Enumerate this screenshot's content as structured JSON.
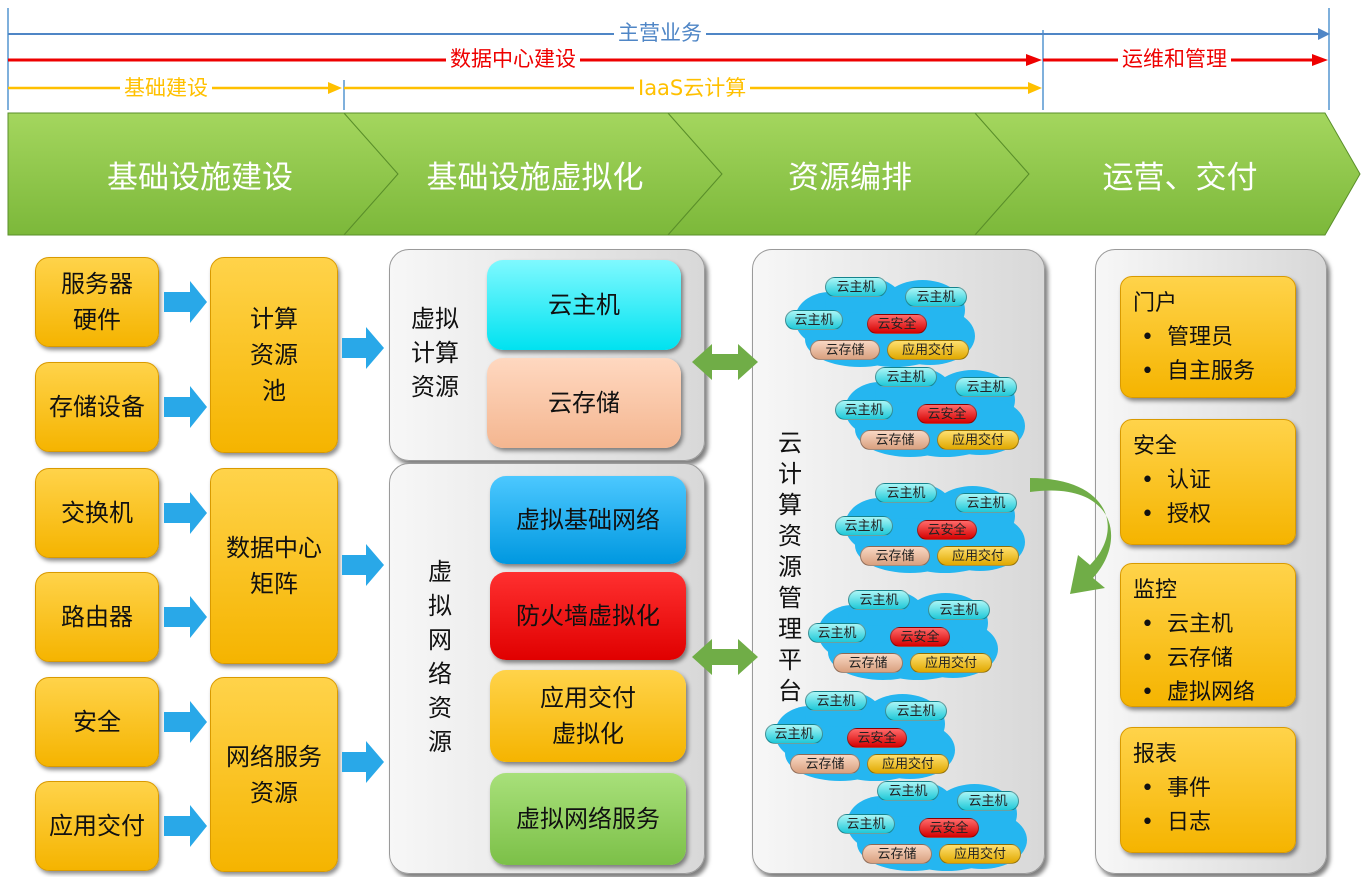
{
  "timeline": {
    "main_business": "主营业务",
    "dc_build": "数据中心建设",
    "ops_mgmt": "运维和管理",
    "infra_build": "基础建设",
    "iaas": "IaaS云计算"
  },
  "stages": [
    "基础设施建设",
    "基础设施虚拟化",
    "资源编排",
    "运营、交付"
  ],
  "infra": {
    "server_hw": "服务器\n硬件",
    "storage_dev": "存储设备",
    "switch": "交换机",
    "router": "路由器",
    "security": "安全",
    "app_delivery": "应用交付",
    "compute_pool": "计算\n资源\n池",
    "dc_fabric": "数据中心\n矩阵",
    "net_services": "网络服务\n资源"
  },
  "virtual": {
    "compute_label": "虚拟\n计算\n资源",
    "cloud_host": "云主机",
    "cloud_storage": "云存储",
    "network_label": "虚\n拟\n网\n络\n资\n源",
    "vnet_base": "虚拟基础网络",
    "fw_virt": "防火墙虚拟化",
    "app_virt": "应用交付\n虚拟化",
    "vnet_service": "虚拟网络服务"
  },
  "orchestration": {
    "platform_label": "云\n计\n算\n资\n源\n管\n理\n平\n台",
    "pill_host": "云主机",
    "pill_security": "云安全",
    "pill_storage": "云存储",
    "pill_app": "应用交付"
  },
  "ops": {
    "portal": {
      "title": "门户",
      "items": [
        "管理员",
        "自主服务"
      ]
    },
    "security": {
      "title": "安全",
      "items": [
        "认证",
        "授权"
      ]
    },
    "monitor": {
      "title": "监控",
      "items": [
        "云主机",
        "云存储",
        "虚拟网络"
      ]
    },
    "report": {
      "title": "报表",
      "items": [
        "事件",
        "日志"
      ]
    }
  },
  "colors": {
    "blue": "#4f86c6",
    "red": "#ee0000",
    "yellow": "#ffc000",
    "green": "#8cc63f"
  }
}
